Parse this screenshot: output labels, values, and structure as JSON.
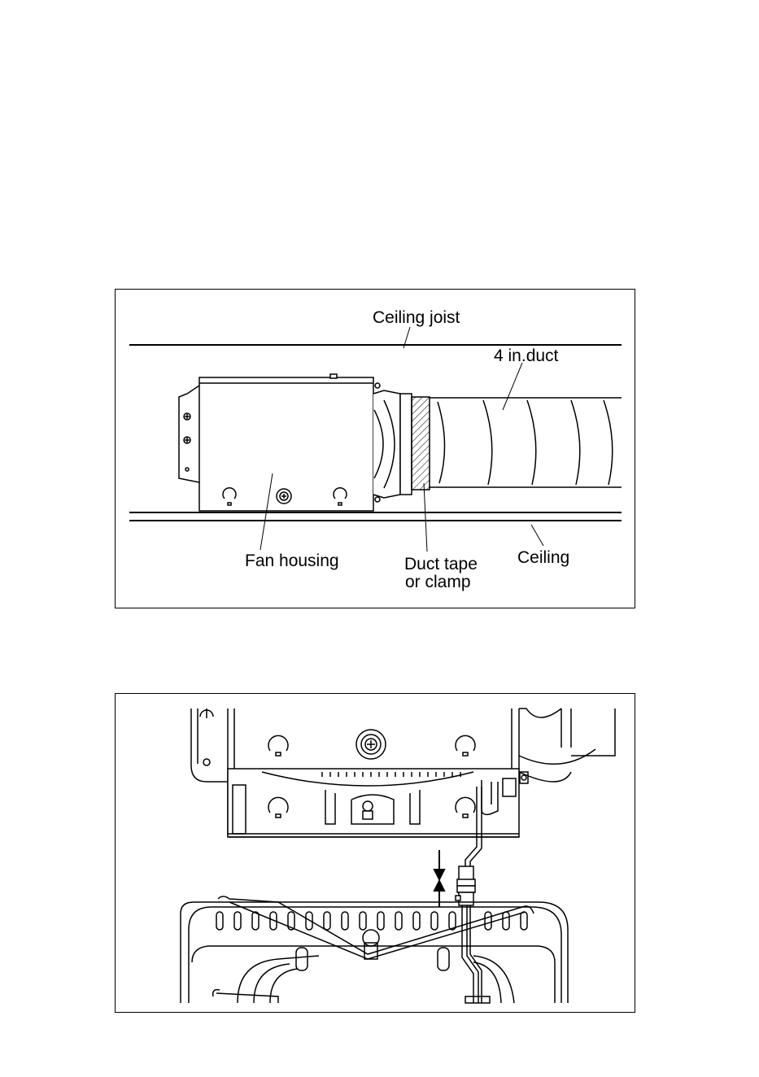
{
  "figure1": {
    "labels": {
      "ceiling_joist": "Ceiling joist",
      "duct": "4 in.duct",
      "fan_housing": "Fan housing",
      "duct_tape_line1": "Duct tape",
      "duct_tape_line2": "or clamp",
      "ceiling": "Ceiling"
    }
  },
  "figure2": {}
}
